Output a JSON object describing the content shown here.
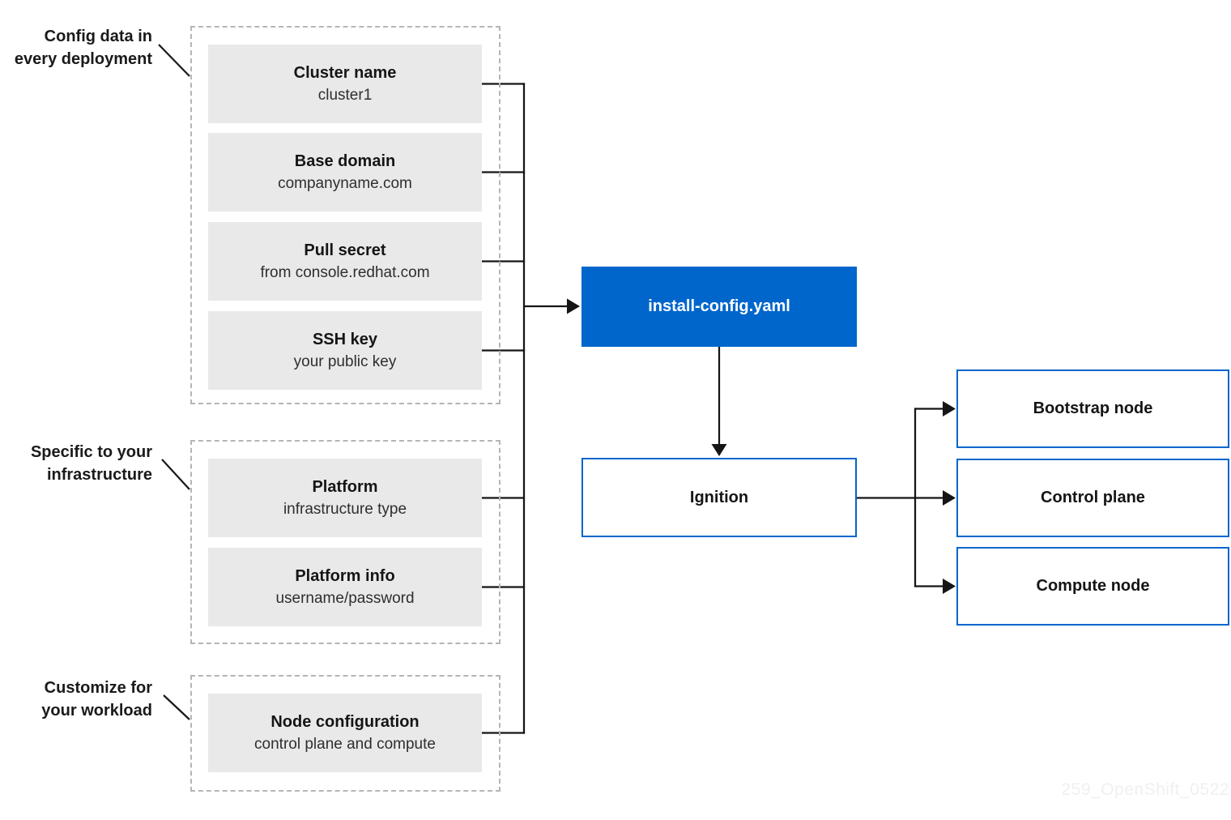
{
  "side_labels": {
    "config_data": {
      "line1": "Config data in",
      "line2": "every deployment"
    },
    "infrastructure": {
      "line1": "Specific to your",
      "line2": "infrastructure"
    },
    "workload": {
      "line1": "Customize for",
      "line2": "your workload"
    }
  },
  "config_boxes": {
    "cluster_name": {
      "title": "Cluster name",
      "value": "cluster1"
    },
    "base_domain": {
      "title": "Base domain",
      "value": "companyname.com"
    },
    "pull_secret": {
      "title": "Pull secret",
      "value": "from console.redhat.com"
    },
    "ssh_key": {
      "title": "SSH key",
      "value": "your public key"
    },
    "platform": {
      "title": "Platform",
      "value": "infrastructure type"
    },
    "platform_info": {
      "title": "Platform info",
      "value": "username/password"
    },
    "node_configuration": {
      "title": "Node configuration",
      "value": "control plane and compute"
    }
  },
  "flow_nodes": {
    "install_config": {
      "label": "install-config.yaml"
    },
    "ignition": {
      "label": "Ignition"
    },
    "bootstrap_node": {
      "label": "Bootstrap node"
    },
    "control_plane": {
      "label": "Control plane"
    },
    "compute_node": {
      "label": "Compute node"
    }
  },
  "watermark": "259_OpenShift_0522",
  "colors": {
    "accent_blue": "#0066cc",
    "gray_box_fill": "#e9e9e9",
    "dashed_border": "#b5b5b5",
    "connector_line": "#151515",
    "watermark_text": "#eef0f1",
    "background": "#ffffff"
  }
}
